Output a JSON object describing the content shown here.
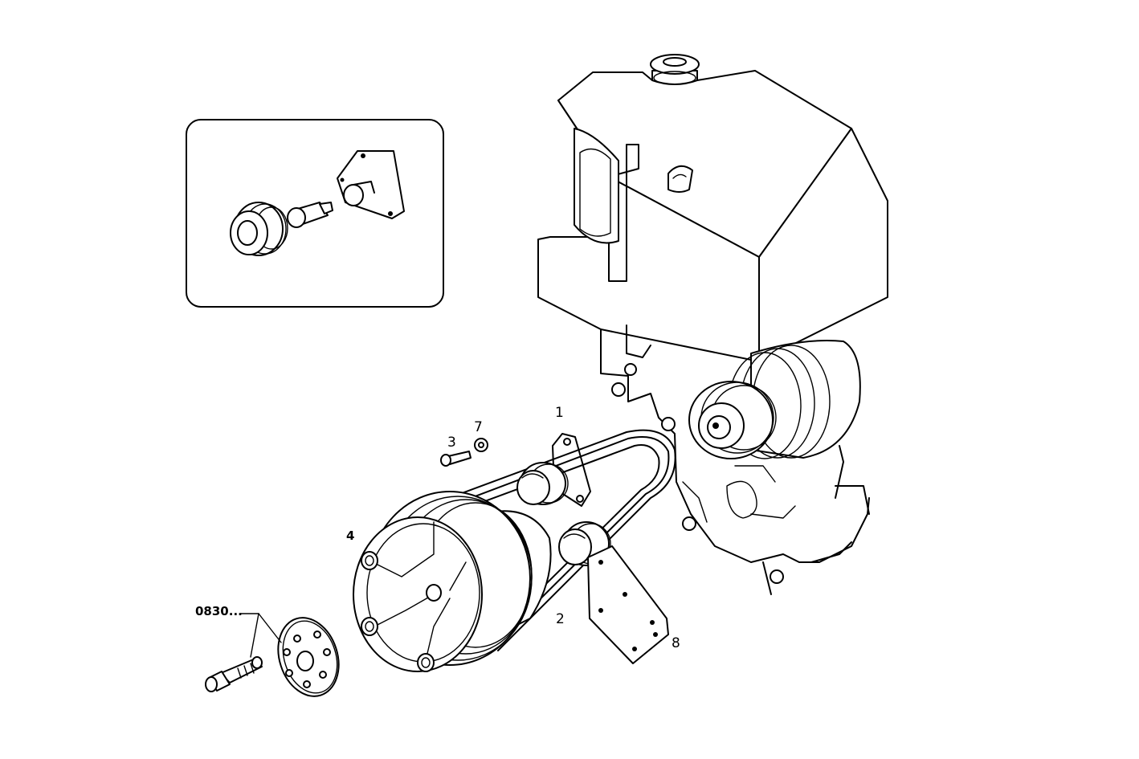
{
  "callouts": {
    "c1": "1",
    "c2": "2",
    "c3": "3",
    "c4": "4",
    "c7": "7",
    "c8": "8",
    "c0830": "0830..."
  }
}
